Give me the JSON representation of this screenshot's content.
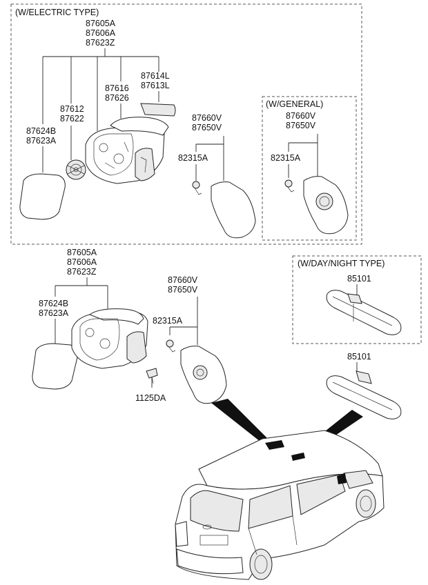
{
  "sections": {
    "electric": "(W/ELECTRIC TYPE)",
    "general": "(W/GENERAL)",
    "day_night": "(W/DAY/NIGHT TYPE)"
  },
  "labels": {
    "e_mirror_assy": [
      "87605A",
      "87606A",
      "87623Z"
    ],
    "e_cover": [
      "87614L",
      "87613L"
    ],
    "e_housing": [
      "87616",
      "87626"
    ],
    "e_actuator": [
      "87612",
      "87622"
    ],
    "e_glass": [
      "87624B",
      "87623A"
    ],
    "e_trim": [
      "87660V",
      "87650V"
    ],
    "e_screw": "82315A",
    "g_trim": [
      "87660V",
      "87650V"
    ],
    "g_screw": "82315A",
    "m_mirror_assy": [
      "87605A",
      "87606A",
      "87623Z"
    ],
    "m_glass": [
      "87624B",
      "87623A"
    ],
    "m_trim": [
      "87660V",
      "87650V"
    ],
    "m_screw": "82315A",
    "m_bolt": "1125DA",
    "dn_mirror": "85101",
    "std_mirror": "85101"
  }
}
